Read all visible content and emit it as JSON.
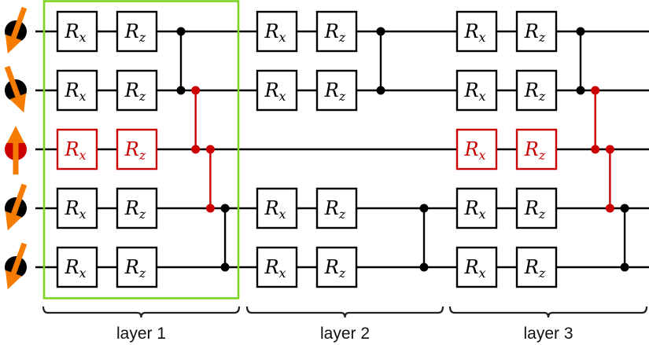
{
  "title": "Hardware-efficient ansatz circuit with qubit dropout",
  "colors": {
    "wire": "#000000",
    "faulty": "#cc0000",
    "highlight_box": "#7ed321",
    "spin_arrow": "#f57c00",
    "spin_normal": "#000000",
    "spin_faulty": "#cc0000"
  },
  "qubits": [
    {
      "index": 0,
      "spin_direction": "down-left",
      "faulty": false
    },
    {
      "index": 1,
      "spin_direction": "down-right",
      "faulty": false
    },
    {
      "index": 2,
      "spin_direction": "up",
      "faulty": true
    },
    {
      "index": 3,
      "spin_direction": "down-left",
      "faulty": false
    },
    {
      "index": 4,
      "spin_direction": "down-left",
      "faulty": false
    }
  ],
  "gate_names": {
    "rx_base": "R",
    "rx_sub": "x",
    "rz_base": "R",
    "rz_sub": "z"
  },
  "layers": [
    {
      "label": "layer 1",
      "highlighted": true,
      "rotated_qubits": [
        0,
        1,
        2,
        3,
        4
      ],
      "faulty_rotations": [
        2
      ],
      "entanglers": [
        {
          "qubits": [
            0,
            1
          ],
          "faulty": false
        },
        {
          "qubits": [
            1,
            2
          ],
          "faulty": true
        },
        {
          "qubits": [
            2,
            3
          ],
          "faulty": true
        },
        {
          "qubits": [
            3,
            4
          ],
          "faulty": false
        }
      ]
    },
    {
      "label": "layer 2",
      "highlighted": false,
      "rotated_qubits": [
        0,
        1,
        3,
        4
      ],
      "faulty_rotations": [],
      "entanglers": [
        {
          "qubits": [
            0,
            1
          ],
          "faulty": false
        },
        {
          "qubits": [
            3,
            4
          ],
          "faulty": false
        }
      ]
    },
    {
      "label": "layer 3",
      "highlighted": false,
      "rotated_qubits": [
        0,
        1,
        2,
        3,
        4
      ],
      "faulty_rotations": [
        2
      ],
      "entanglers": [
        {
          "qubits": [
            0,
            1
          ],
          "faulty": false
        },
        {
          "qubits": [
            1,
            2
          ],
          "faulty": true
        },
        {
          "qubits": [
            2,
            3
          ],
          "faulty": true
        },
        {
          "qubits": [
            3,
            4
          ],
          "faulty": false
        }
      ]
    }
  ]
}
